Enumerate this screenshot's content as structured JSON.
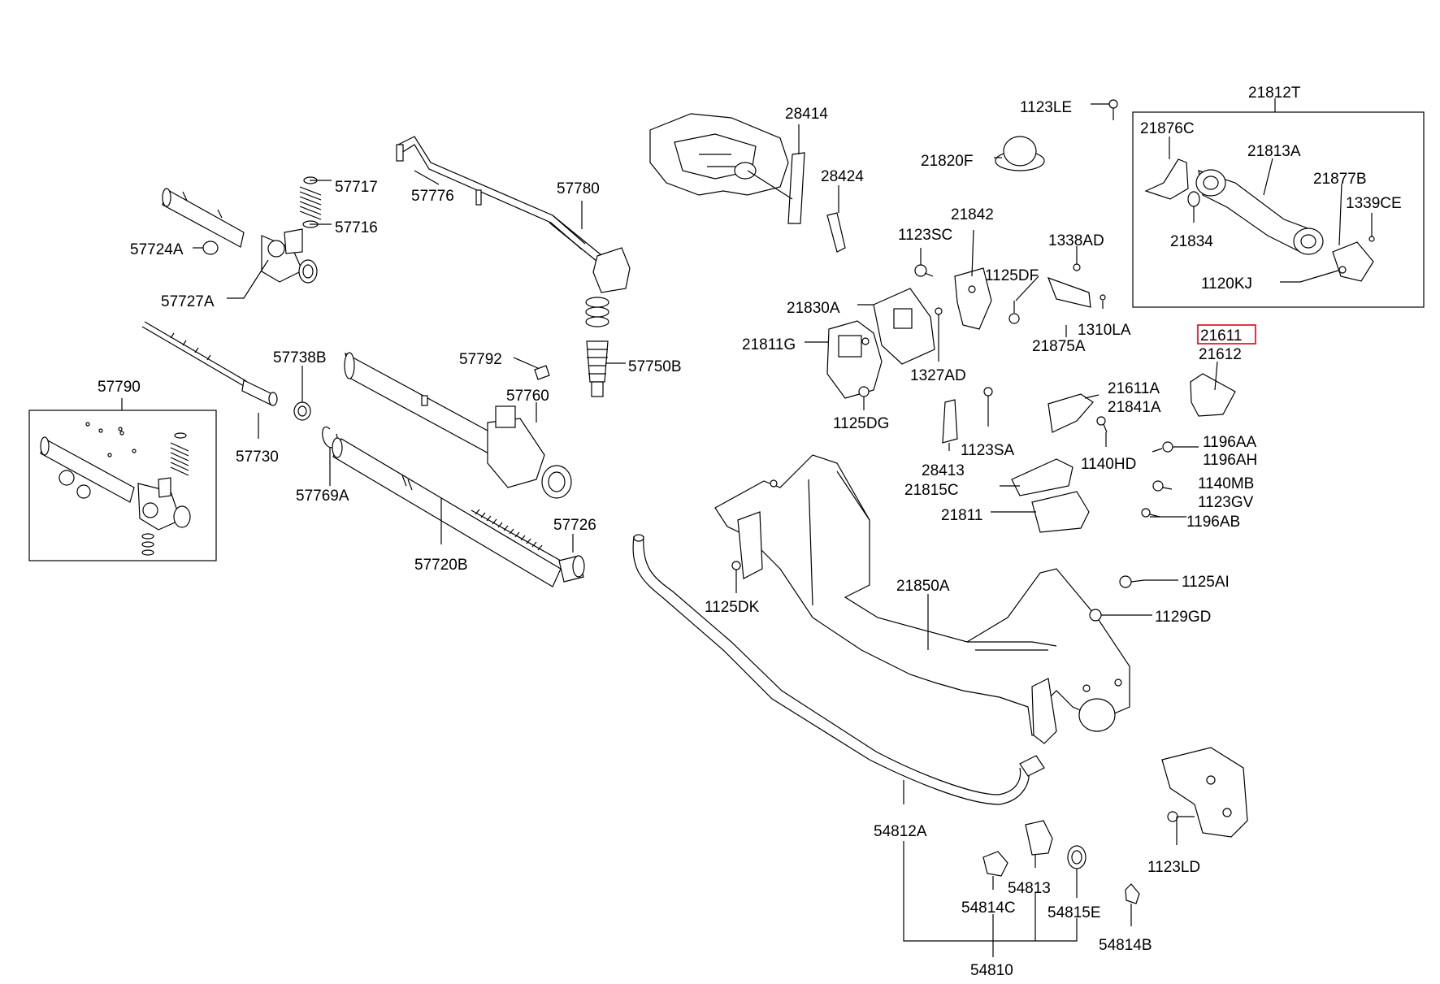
{
  "highlight": {
    "part": "21611",
    "color": "#e0001a"
  },
  "labels": {
    "p57717": "57717",
    "p57716": "57716",
    "p57724A": "57724A",
    "p57727A": "57727A",
    "p57776": "57776",
    "p57780": "57780",
    "p57790": "57790",
    "p57738B": "57738B",
    "p57792": "57792",
    "p57750B": "57750B",
    "p57760": "57760",
    "p57730": "57730",
    "p57769A": "57769A",
    "p57726": "57726",
    "p57720B": "57720B",
    "p28414": "28414",
    "p28424": "28424",
    "p1123LE": "1123LE",
    "p21820F": "21820F",
    "p21842": "21842",
    "p1123SC": "1123SC",
    "p1338AD": "1338AD",
    "p1125DF": "1125DF",
    "p21830A": "21830A",
    "p21811G": "21811G",
    "p1310LA": "1310LA",
    "p21875A": "21875A",
    "p1327AD": "1327AD",
    "p1125DG": "1125DG",
    "p21812T": "21812T",
    "p21876C": "21876C",
    "p21813A": "21813A",
    "p21877B": "21877B",
    "p1339CE": "1339CE",
    "p21834": "21834",
    "p1120KJ": "1120KJ",
    "p21611": "21611",
    "p21612": "21612",
    "p21611A": "21611A",
    "p21841A": "21841A",
    "p28413": "28413",
    "p1123SA": "1123SA",
    "p1140HD": "1140HD",
    "p1196AA": "1196AA",
    "p1196AH": "1196AH",
    "p21815C": "21815C",
    "p1140MB": "1140MB",
    "p1123GV": "1123GV",
    "p21811": "21811",
    "p1196AB": "1196AB",
    "p1125DK": "1125DK",
    "p21850A": "21850A",
    "p1125AI": "1125AI",
    "p1129GD": "1129GD",
    "p54812A": "54812A",
    "p1123LD": "1123LD",
    "p54813": "54813",
    "p54814C": "54814C",
    "p54815E": "54815E",
    "p54814B": "54814B",
    "p54810": "54810"
  }
}
